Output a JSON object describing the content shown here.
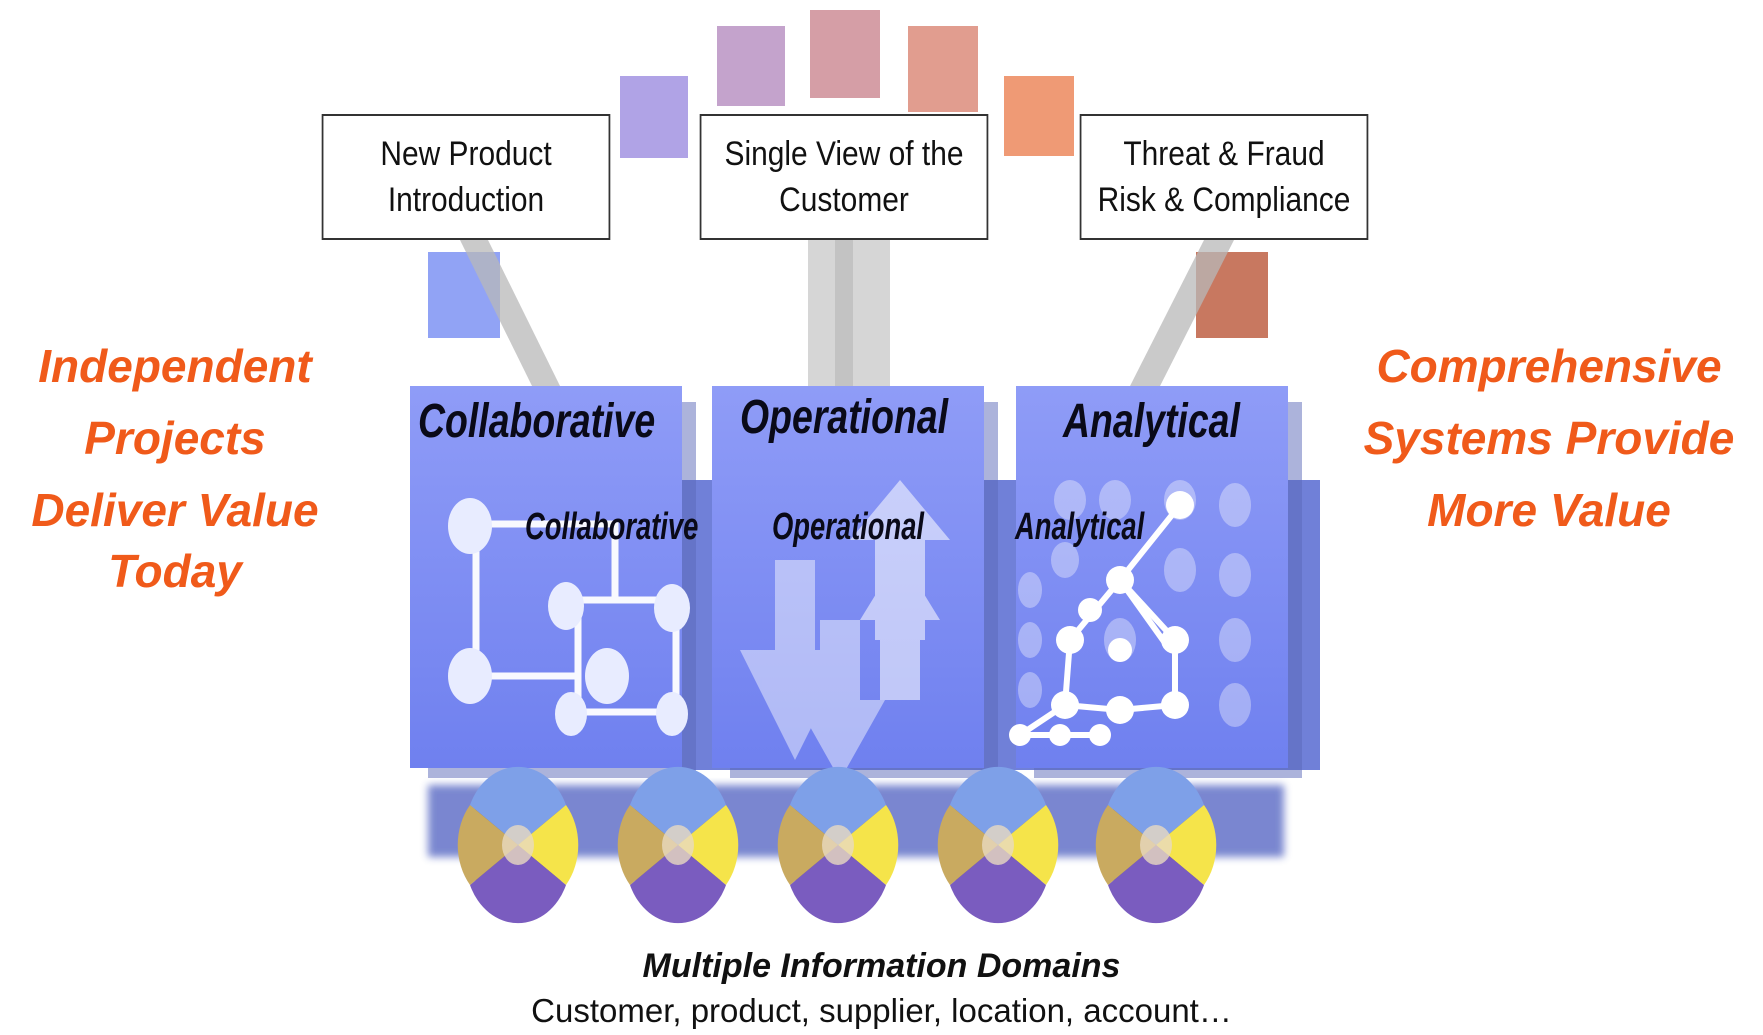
{
  "left_message": [
    "Independent",
    "Projects",
    "Deliver Value",
    "Today"
  ],
  "right_message": [
    "Comprehensive",
    "Systems Provide",
    "More Value"
  ],
  "projects": [
    {
      "lines": [
        "New Product",
        "Introduction"
      ]
    },
    {
      "lines": [
        "Single View of the",
        "Customer"
      ]
    },
    {
      "lines": [
        "Threat & Fraud",
        "Risk & Compliance"
      ]
    }
  ],
  "systems": [
    {
      "title": "Collaborative",
      "subtitle": "Collaborative"
    },
    {
      "title": "Operational",
      "subtitle": "Operational"
    },
    {
      "title": "Analytical",
      "subtitle": "Analytical"
    }
  ],
  "domains": {
    "title": "Multiple Information Domains",
    "subtitle": "Customer, product, supplier, location, account…"
  },
  "colors": {
    "accent_text": "#f05a1a",
    "panel_blue": "#7b8cf4",
    "base_blue": "#6e7ac8"
  }
}
